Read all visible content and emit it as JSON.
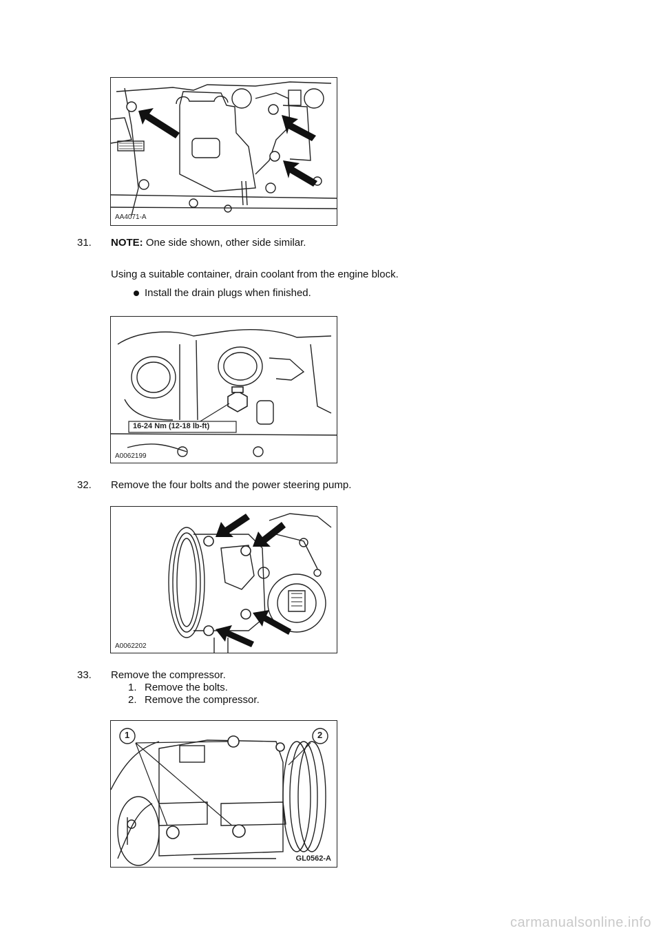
{
  "figures": [
    {
      "code": "AA4071-A"
    },
    {
      "code": "A0062199",
      "torque_label": "16-24 Nm (12-18 lb-ft)"
    },
    {
      "code": "A0062202"
    },
    {
      "code": "GL0562-A",
      "callout_1": "1",
      "callout_2": "2"
    }
  ],
  "steps": [
    {
      "number": "31.",
      "note_label": "NOTE:",
      "note_text": " One side shown, other side similar.",
      "text": "Using a suitable container, drain coolant from the engine block.",
      "bullets": [
        "Install the drain plugs when finished."
      ]
    },
    {
      "number": "32.",
      "text": "Remove the four bolts and the power steering pump."
    },
    {
      "number": "33.",
      "text": "Remove the compressor.",
      "substeps": [
        {
          "number": "1.",
          "text": "Remove the bolts."
        },
        {
          "number": "2.",
          "text": "Remove the compressor."
        }
      ]
    }
  ],
  "footer": "carmanualsonline.info"
}
